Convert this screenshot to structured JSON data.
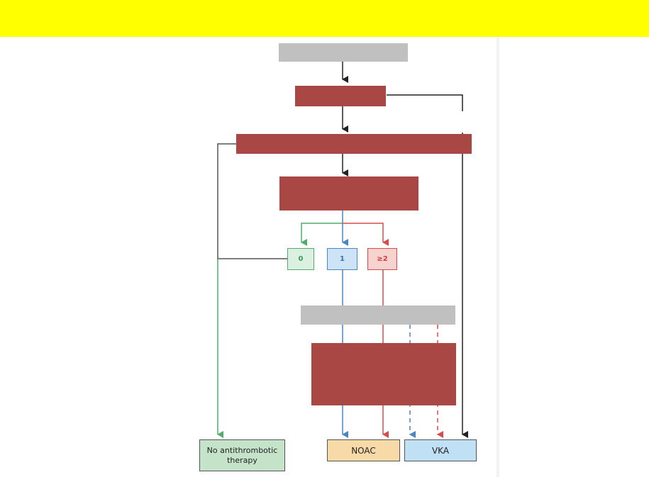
{
  "colors": {
    "banner": "#ffff00",
    "box_fill": "#a84744",
    "gray_box": "#c0c0c0",
    "green": "#4fae6a",
    "blue": "#4a86c5",
    "red": "#d94b4b",
    "black": "#222222",
    "no_therapy_fill": "#c4e3c9",
    "noac_fill": "#f8d9a8",
    "vka_fill": "#bfe0f5"
  },
  "score_boxes": {
    "zero": "0",
    "one": "1",
    "two_plus": "≥2"
  },
  "outcomes": {
    "no_therapy": "No antithrombotic therapy",
    "noac": "NOAC",
    "vka": "VKA"
  }
}
